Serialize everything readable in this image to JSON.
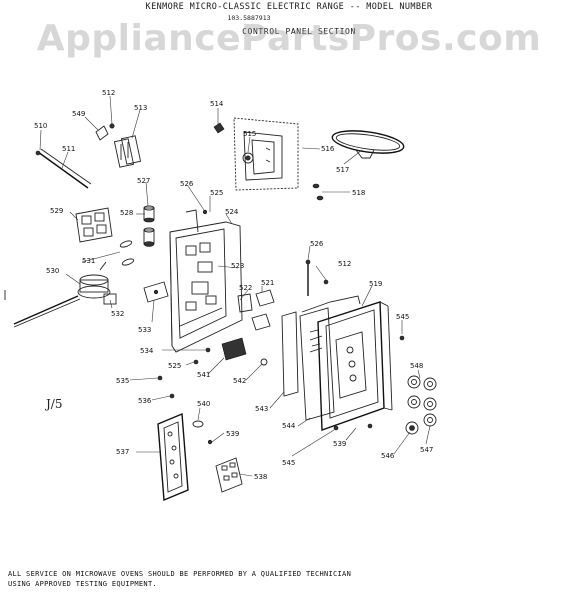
{
  "header": {
    "title": "KENMORE MICRO-CLASSIC ELECTRIC RANGE -- MODEL NUMBER",
    "model": "103.5887913",
    "section": "CONTROL PANEL SECTION"
  },
  "watermark": "AppliancePartsPros.com",
  "page_mark": "J/5",
  "footer": {
    "line1": "ALL SERVICE ON MICROWAVE OVENS SHOULD BE PERFORMED BY A QUALIFIED TECHNICIAN",
    "line2": "USING APPROVED TESTING EQUIPMENT."
  },
  "parts": [
    {
      "key": "p510",
      "label": "510"
    },
    {
      "key": "p511",
      "label": "511"
    },
    {
      "key": "p512a",
      "label": "512"
    },
    {
      "key": "p549",
      "label": "549"
    },
    {
      "key": "p513",
      "label": "513"
    },
    {
      "key": "p514",
      "label": "514"
    },
    {
      "key": "p515",
      "label": "515"
    },
    {
      "key": "p516",
      "label": "516"
    },
    {
      "key": "p517",
      "label": "517"
    },
    {
      "key": "p518",
      "label": "518"
    },
    {
      "key": "p527",
      "label": "527"
    },
    {
      "key": "p526a",
      "label": "526"
    },
    {
      "key": "p525a",
      "label": "525"
    },
    {
      "key": "p524",
      "label": "524"
    },
    {
      "key": "p529a",
      "label": "529"
    },
    {
      "key": "p528",
      "label": "528"
    },
    {
      "key": "p526b",
      "label": "526"
    },
    {
      "key": "p512b",
      "label": "512"
    },
    {
      "key": "p531",
      "label": "531"
    },
    {
      "key": "p530",
      "label": "530"
    },
    {
      "key": "p523",
      "label": "523"
    },
    {
      "key": "p521",
      "label": "521"
    },
    {
      "key": "p519",
      "label": "519"
    },
    {
      "key": "p522",
      "label": "522"
    },
    {
      "key": "p532",
      "label": "532"
    },
    {
      "key": "p533",
      "label": "533"
    },
    {
      "key": "p545a",
      "label": "545"
    },
    {
      "key": "p534",
      "label": "534"
    },
    {
      "key": "p525b",
      "label": "525"
    },
    {
      "key": "p541",
      "label": "541"
    },
    {
      "key": "p548",
      "label": "548"
    },
    {
      "key": "p542",
      "label": "542"
    },
    {
      "key": "p535",
      "label": "535"
    },
    {
      "key": "p536",
      "label": "536"
    },
    {
      "key": "p543",
      "label": "543"
    },
    {
      "key": "p540",
      "label": "540"
    },
    {
      "key": "p544",
      "label": "544"
    },
    {
      "key": "p539a",
      "label": "539"
    },
    {
      "key": "p539b",
      "label": "539"
    },
    {
      "key": "p537",
      "label": "537"
    },
    {
      "key": "p546",
      "label": "546"
    },
    {
      "key": "p547",
      "label": "547"
    },
    {
      "key": "p545b",
      "label": "545"
    },
    {
      "key": "p538",
      "label": "538"
    }
  ]
}
